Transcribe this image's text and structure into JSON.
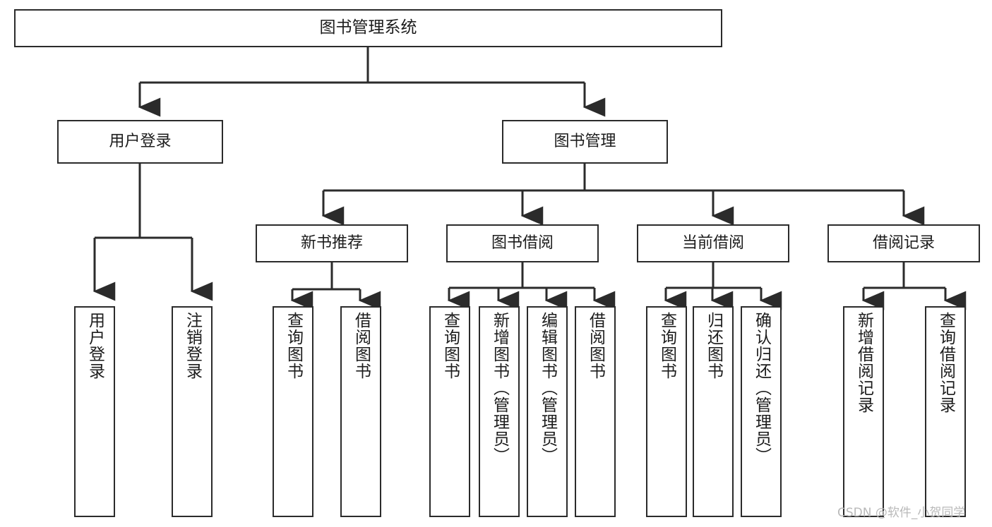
{
  "diagram": {
    "type": "tree",
    "title": "图书管理系统",
    "watermark": "CSDN @软件_小贺同学",
    "colors": {
      "box_border": "#2b2b2b",
      "box_fill": "#ffffff",
      "line": "#2b2b2b",
      "text": "#1c1c1c",
      "watermark": "#b9b9b9"
    },
    "nodes": {
      "root": {
        "label": "图书管理系统"
      },
      "level2": [
        {
          "label": "用户登录"
        },
        {
          "label": "图书管理"
        }
      ],
      "level3": [
        {
          "label": "新书推荐"
        },
        {
          "label": "图书借阅"
        },
        {
          "label": "当前借阅"
        },
        {
          "label": "借阅记录"
        }
      ],
      "leaves": {
        "user_login": [
          {
            "label": "用户登录"
          },
          {
            "label": "注销登录"
          }
        ],
        "new_book_recommend": [
          {
            "label": "查询图书"
          },
          {
            "label": "借阅图书"
          }
        ],
        "book_borrow": [
          {
            "label": "查询图书"
          },
          {
            "label": "新增图书（管理员）"
          },
          {
            "label": "编辑图书（管理员）"
          },
          {
            "label": "借阅图书"
          }
        ],
        "current_borrow": [
          {
            "label": "查询图书"
          },
          {
            "label": "归还图书"
          },
          {
            "label": "确认归还（管理员）"
          }
        ],
        "borrow_record": [
          {
            "label": "新增借阅记录"
          },
          {
            "label": "查询借阅记录"
          }
        ]
      }
    }
  }
}
